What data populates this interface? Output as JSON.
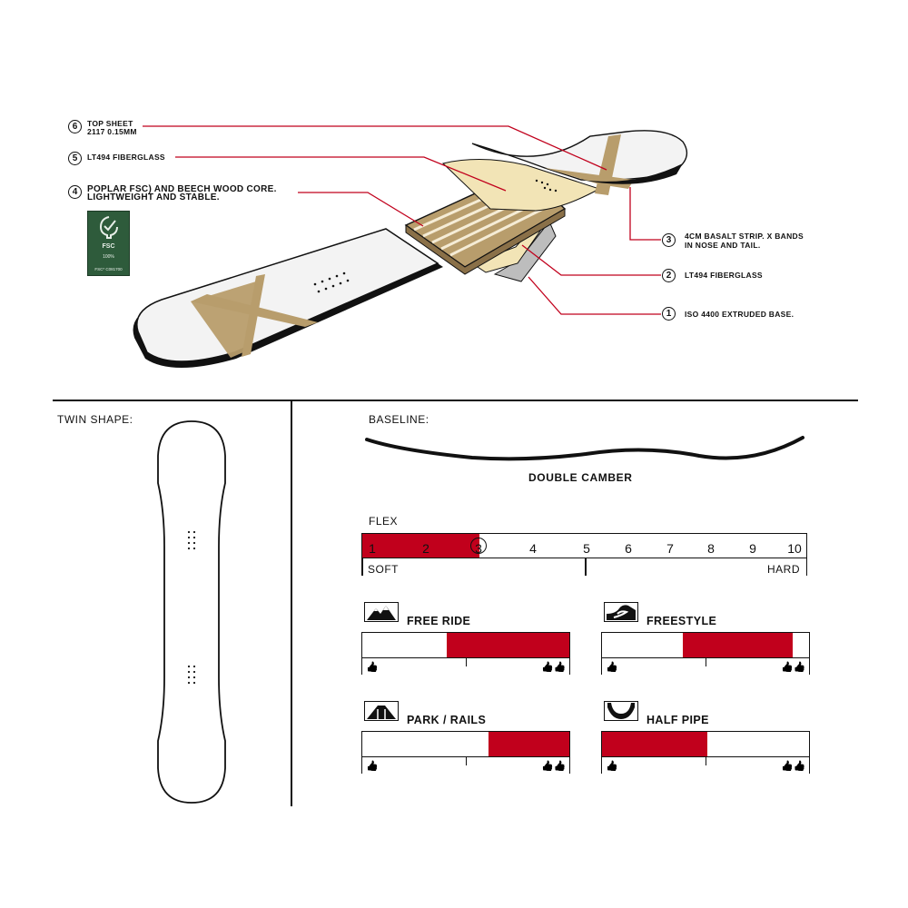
{
  "colors": {
    "accent": "#c1001c",
    "core_wood": "#b89d6c",
    "fiberglass": "#f2e4b6",
    "ink": "#111111",
    "fsc_green": "#2e5b3b"
  },
  "layers": [
    {
      "num": "6",
      "line1": "TOP SHEET",
      "line2": "2117 0.15MM"
    },
    {
      "num": "5",
      "line1": "LT494 FIBERGLASS",
      "line2": ""
    },
    {
      "num": "4",
      "line1": "POPLAR FSC) AND BEECH WOOD CORE.",
      "line2": "LIGHTWEIGHT AND STABLE."
    },
    {
      "num": "3",
      "line1": "4CM BASALT STRIP. X BANDS",
      "line2": "IN NOSE AND TAIL."
    },
    {
      "num": "2",
      "line1": "LT494 FIBERGLASS",
      "line2": ""
    },
    {
      "num": "1",
      "line1": "ISO 4400 EXTRUDED BASE.",
      "line2": ""
    }
  ],
  "fsc": {
    "logo": "FSC",
    "line1": "100%",
    "line2": "FSC* C081700"
  },
  "shape": {
    "heading": "TWIN SHAPE:"
  },
  "baseline": {
    "heading": "BASELINE:",
    "profile": "DOUBLE CAMBER"
  },
  "flex": {
    "heading": "FLEX",
    "scale": [
      "1",
      "2",
      "3",
      "4",
      "5",
      "6",
      "7",
      "8",
      "9",
      "10"
    ],
    "value": 3,
    "soft_label": "SOFT",
    "hard_label": "HARD"
  },
  "ratings": [
    {
      "label": "FREE RIDE",
      "icon": "mountains-icon",
      "from": 0.41,
      "to": 1.0
    },
    {
      "label": "FREESTYLE",
      "icon": "jump-icon",
      "from": 0.39,
      "to": 0.92
    },
    {
      "label": "PARK / RAILS",
      "icon": "rail-icon",
      "from": 0.61,
      "to": 1.0
    },
    {
      "label": "HALF PIPE",
      "icon": "halfpipe-icon",
      "from": 0.0,
      "to": 0.51
    }
  ]
}
